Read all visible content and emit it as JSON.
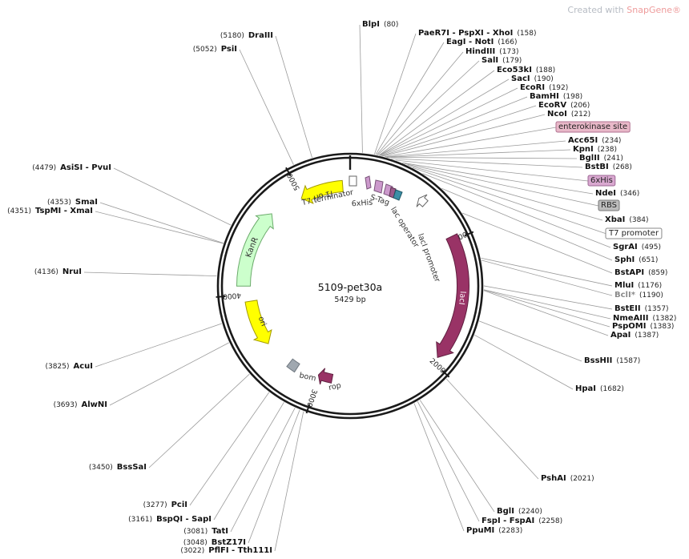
{
  "brand": {
    "prefix": "Created with ",
    "product": "SnapGene®"
  },
  "plasmid": {
    "name": "5109-pet30a",
    "length_label": "5429 bp",
    "length_bp": 5429
  },
  "ticks": [
    {
      "label": "1000",
      "bp": 1000
    },
    {
      "label": "2000",
      "bp": 2000
    },
    {
      "label": "3000",
      "bp": 3000
    },
    {
      "label": "4000",
      "bp": 4000
    },
    {
      "label": "5000",
      "bp": 5000
    }
  ],
  "features": [
    {
      "name": "f1 ori",
      "color": "#ffff00",
      "stroke": "#a39a00",
      "textColor": "#333333"
    },
    {
      "name": "KanR",
      "color": "#ccffcc",
      "stroke": "#6aaa6a",
      "textColor": "#333333"
    },
    {
      "name": "ori",
      "color": "#ffff00",
      "stroke": "#a39a00",
      "textColor": "#333333"
    },
    {
      "name": "lacI",
      "color": "#993366",
      "stroke": "#602040",
      "textColor": "#ffffff"
    },
    {
      "name": "rop",
      "color": "#993366",
      "stroke": "#602040",
      "textColor": "#333333"
    },
    {
      "name": "bom",
      "color": "#a0a8b0",
      "stroke": "#707880",
      "textColor": "#333333"
    },
    {
      "name": "lacI promoter",
      "color": "#ffffff",
      "stroke": "#666666",
      "textColor": "#333333"
    },
    {
      "name": "lac operator",
      "color": "#ffffff",
      "stroke": "#666666",
      "textColor": "#333333"
    },
    {
      "name": "T7 terminator",
      "color": "#ffffff",
      "stroke": "#666666",
      "textColor": "#333333"
    },
    {
      "name": "6xHis",
      "color": "#cc99cc",
      "stroke": "#7a557a",
      "textColor": "#333333"
    },
    {
      "name": "S-Tag",
      "color": "#cc99cc",
      "stroke": "#7a557a",
      "textColor": "#333333"
    }
  ],
  "right_labels": [
    {
      "name": "BlpI",
      "pos": "(80)"
    },
    {
      "name": "PaeR7I - PspXI - XhoI",
      "pos": "(158)"
    },
    {
      "name": "EagI - NotI",
      "pos": "(166)"
    },
    {
      "name": "HindIII",
      "pos": "(173)"
    },
    {
      "name": "SalI",
      "pos": "(179)"
    },
    {
      "name": "Eco53kI",
      "pos": "(188)"
    },
    {
      "name": "SacI",
      "pos": "(190)"
    },
    {
      "name": "EcoRI",
      "pos": "(192)"
    },
    {
      "name": "BamHI",
      "pos": "(198)"
    },
    {
      "name": "EcoRV",
      "pos": "(206)"
    },
    {
      "name": "NcoI",
      "pos": "(212)"
    },
    {
      "name": "enterokinase site",
      "pos": "",
      "boxFill": "#e8b8c8",
      "boxStroke": "#b07090"
    },
    {
      "name": "Acc65I",
      "pos": "(234)"
    },
    {
      "name": "KpnI",
      "pos": "(238)"
    },
    {
      "name": "BglII",
      "pos": "(241)"
    },
    {
      "name": "BstBI",
      "pos": "(268)"
    },
    {
      "name": "6xHis",
      "pos": "",
      "boxFill": "#d9a8d0",
      "boxStroke": "#9c6894"
    },
    {
      "name": "NdeI",
      "pos": "(346)"
    },
    {
      "name": "RBS",
      "pos": "",
      "boxFill": "#bcbcbc",
      "boxStroke": "#777777"
    },
    {
      "name": "XbaI",
      "pos": "(384)"
    },
    {
      "name": "T7 promoter",
      "pos": "",
      "boxFill": "#ffffff",
      "boxStroke": "#888888"
    },
    {
      "name": "SgrAI",
      "pos": "(495)"
    },
    {
      "name": "SphI",
      "pos": "(651)"
    },
    {
      "name": "BstAPI",
      "pos": "(859)"
    },
    {
      "name": "MluI",
      "pos": "(1176)"
    },
    {
      "name": "BclI*",
      "pos": "(1190)",
      "muted": true
    },
    {
      "name": "BstEII",
      "pos": "(1357)"
    },
    {
      "name": "NmeAIII",
      "pos": "(1382)"
    },
    {
      "name": "PspOMI",
      "pos": "(1383)"
    },
    {
      "name": "ApaI",
      "pos": "(1387)"
    },
    {
      "name": "BssHII",
      "pos": "(1587)"
    },
    {
      "name": "HpaI",
      "pos": "(1682)"
    },
    {
      "name": "PshAI",
      "pos": "(2021)"
    },
    {
      "name": "BglI",
      "pos": "(2240)"
    },
    {
      "name": "FspI - FspAI",
      "pos": "(2258)"
    },
    {
      "name": "PpuMI",
      "pos": "(2283)"
    }
  ],
  "left_labels": [
    {
      "name": "DraIII",
      "pos": "(5180)"
    },
    {
      "name": "PsiI",
      "pos": "(5052)"
    },
    {
      "name": "AsiSI - PvuI",
      "pos": "(4479)"
    },
    {
      "name": "SmaI",
      "pos": "(4353)"
    },
    {
      "name": "TspMI - XmaI",
      "pos": "(4351)"
    },
    {
      "name": "NruI",
      "pos": "(4136)"
    },
    {
      "name": "AcuI",
      "pos": "(3825)"
    },
    {
      "name": "AlwNI",
      "pos": "(3693)"
    },
    {
      "name": "BssSaI",
      "pos": "(3450)"
    },
    {
      "name": "PciI",
      "pos": "(3277)"
    },
    {
      "name": "BspQI - SapI",
      "pos": "(3161)"
    },
    {
      "name": "TatI",
      "pos": "(3081)"
    },
    {
      "name": "BstZ17I",
      "pos": "(3048)"
    },
    {
      "name": "PflFI - Tth111I",
      "pos": "(3022)"
    }
  ]
}
